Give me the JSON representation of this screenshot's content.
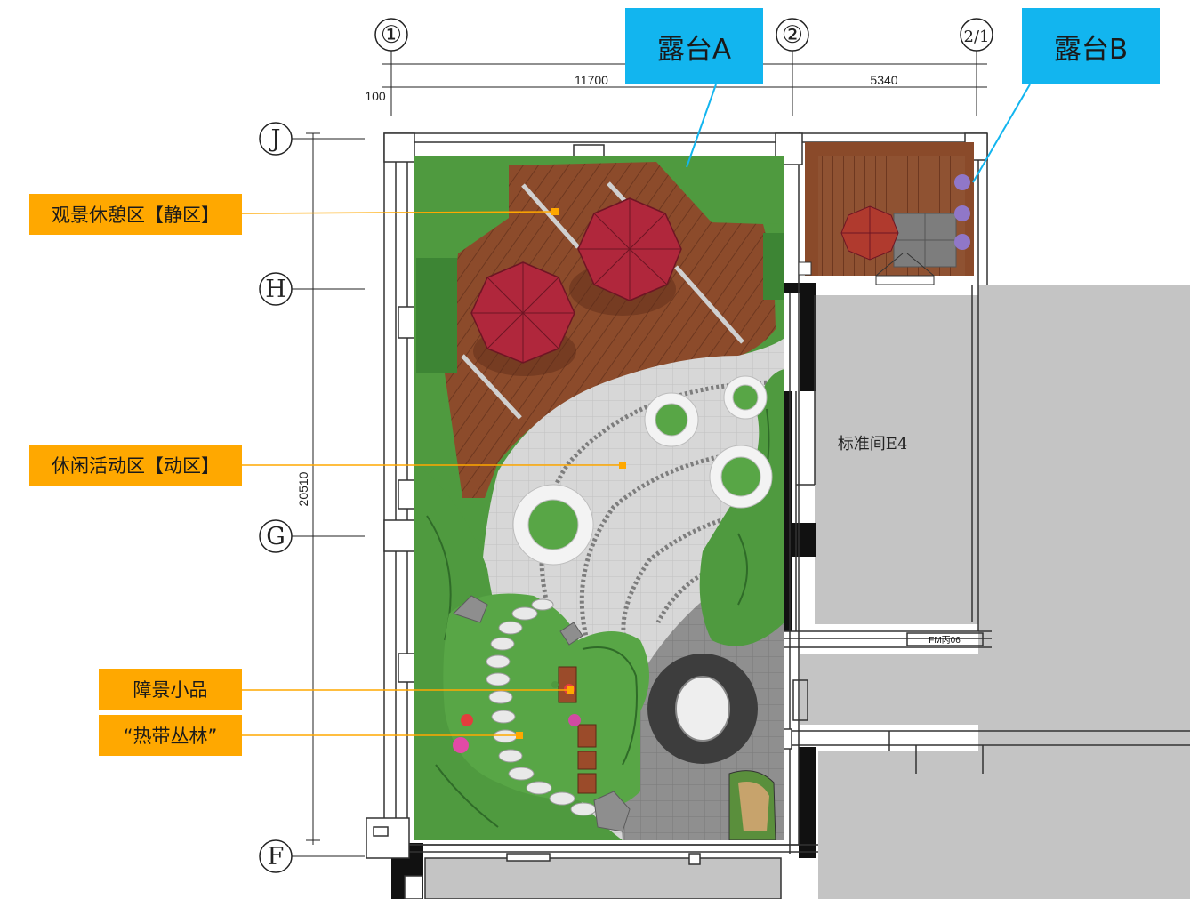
{
  "axes": {
    "vertical": [
      "①",
      "②",
      "2/1"
    ],
    "horizontal": [
      "J",
      "H",
      "G",
      "F"
    ]
  },
  "dimensions": {
    "span_1_2": "11700",
    "span_2_21": "5340",
    "offset": "100",
    "overall_depth": "20510"
  },
  "terraces": {
    "a": "露台A",
    "b": "露台B"
  },
  "callouts": {
    "view_rest": "观景休憩区【静区】",
    "leisure": "休闲活动区【动区】",
    "screen_feature": "障景小品",
    "tropical": "“热带丛林”"
  },
  "rooms": {
    "standard_room": "标准间E4",
    "door_tag": "FM丙06"
  },
  "colors": {
    "callout": "#ffa800",
    "terrace_label": "#12b5ef",
    "lawn": "#4f9a3f",
    "deck": "#8a4a2a",
    "paving": "#c9c9c9",
    "umbrella": "#b0273c",
    "building": "#c4c4c4"
  }
}
